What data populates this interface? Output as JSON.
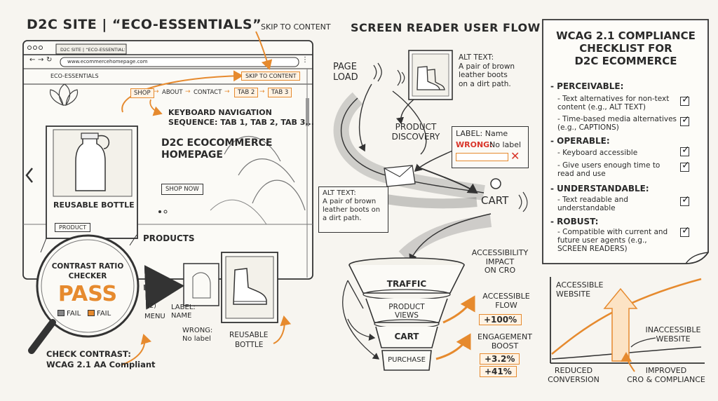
{
  "left": {
    "title": "D2C SITE | “ECO-ESSENTIALS”",
    "skip_callout": "SKIP TO CONTENT",
    "browser": {
      "tab_label": "D2C SITE | “ECO-ESSENTIALS”",
      "url": "www.ecommercehomepage.com",
      "brand": "ECO-ESSENTIALS",
      "skip_link": "SKIP TO CONTENT",
      "nav": [
        "SHOP",
        "ABOUT",
        "CONTACT",
        "TAB 2",
        "TAB 3"
      ],
      "keyboard_note_1": "KEYBOARD NAVIGATION",
      "keyboard_note_2": "SEQUENCE: TAB 1, TAB 2, TAB 3...",
      "hero_title_1": "D2C ECOCOMMERCE",
      "hero_title_2": "HOMEPAGE",
      "shop_now": "SHOP NOW",
      "products_heading": "PRODUCTS"
    },
    "product_card": {
      "name": "REUSABLE BOTTLE",
      "badge": "PRODUCT"
    },
    "contrast": {
      "title_1": "CONTRAST RATIO",
      "title_2": "CHECKER",
      "result": "PASS",
      "fail_1": "FAIL",
      "fail_2": "FAIL"
    },
    "check_note_1": "CHECK CONTRAST:",
    "check_note_2": "WCAG 2.1 AA Compliant",
    "menu_label": "MENU",
    "menu_number": "(2)",
    "label_name": "LABEL: NAME",
    "wrong_label": "WRONG: No label",
    "bottle_caption_1": "REUSABLE",
    "bottle_caption_2": "BOTTLE"
  },
  "middle": {
    "title": "SCREEN READER USER FLOW",
    "page_load": [
      "PAGE",
      "LOAD"
    ],
    "alt_text_1": [
      "ALT TEXT:",
      "A pair of brown",
      "leather boots",
      "on a dirt path."
    ],
    "product_discovery": [
      "PRODUCT",
      "DISCOVERY"
    ],
    "label_box": {
      "label": "LABEL: Name",
      "wrong_prefix": "WRONG:",
      "wrong_text": "No label"
    },
    "alt_text_2": [
      "ALT TEXT:",
      "A pair of brown",
      "leather boots on",
      "a dirt path."
    ],
    "cart": "CART",
    "funnel": {
      "traffic": "TRAFFIC",
      "product_views": [
        "PRODUCT",
        "VIEWS"
      ],
      "cart": "CART",
      "purchase": "PURCHASE"
    },
    "impact": [
      "ACCESSIBILITY",
      "IMPACT",
      "ON CRO"
    ],
    "accessible_flow": [
      "ACCESSIBLE",
      "FLOW"
    ],
    "flow_value": "+100%",
    "engagement": [
      "ENGAGEMENT",
      "BOOST"
    ],
    "boost_1": "+3.2%",
    "boost_2": "+41%"
  },
  "right": {
    "checklist_title": [
      "WCAG 2.1 COMPLIANCE",
      "CHECKLIST FOR",
      "D2C ECOMMERCE"
    ],
    "perceivable": "- PERCEIVABLE:",
    "p1": "- Text alternatives for non-text content (e.g., ALT TEXT)",
    "p2": "- Time-based media alternatives (e.g., CAPTIONS)",
    "operable": "- OPERABLE:",
    "o1": "- Keyboard accessible",
    "o2": "- Give users enough time to read and use",
    "understandable": "- UNDERSTANDABLE:",
    "u1": "- Text readable and understandable",
    "robust": "- ROBUST:",
    "r1": "- Compatible with current and future user agents (e.g., SCREEN READERS)",
    "graph": {
      "accessible": [
        "ACCESSIBLE",
        "WEBSITE"
      ],
      "inaccessible": [
        "INACCESSIBLE",
        "WEBSITE"
      ],
      "reduced": [
        "REDUCED",
        "CONVERSION"
      ],
      "improved": [
        "IMPROVED",
        "CRO & COMPLIANCE"
      ]
    }
  },
  "colors": {
    "accent": "#e68a2e",
    "ink": "#2a2a2a",
    "paper": "#f7f5f0",
    "fail": "#d9352a"
  }
}
